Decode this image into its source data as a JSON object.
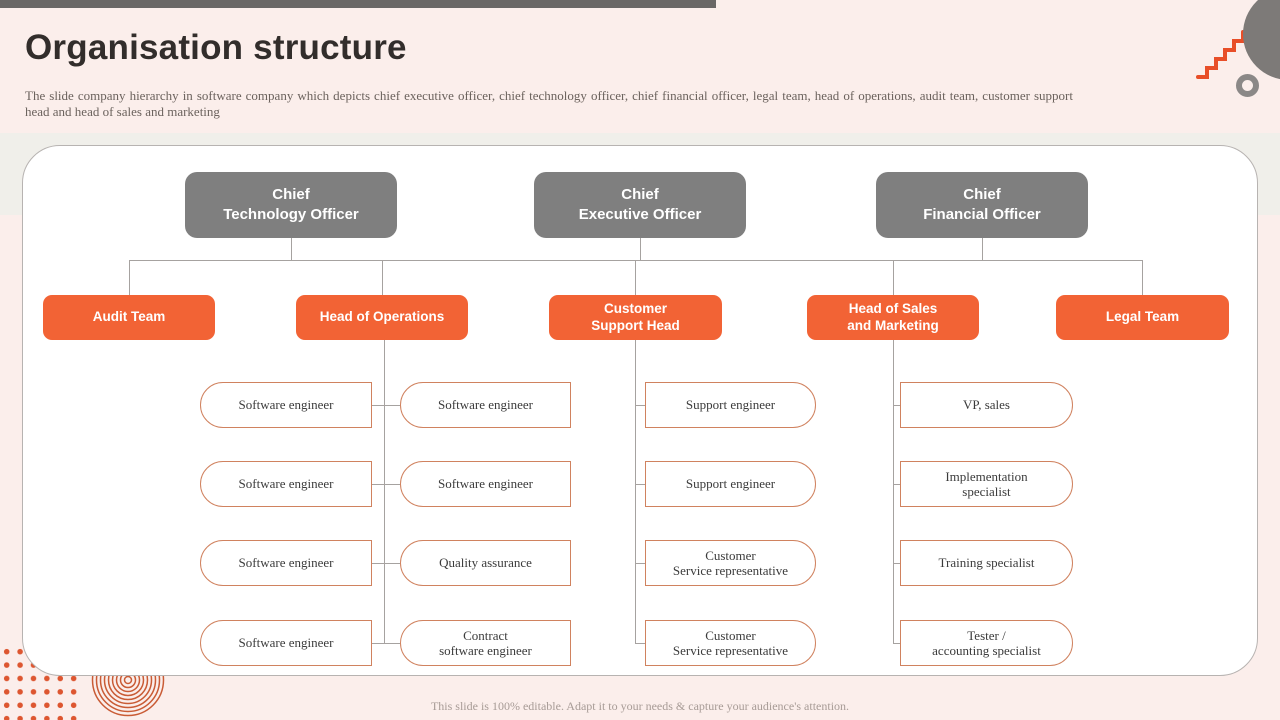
{
  "slide": {
    "title": "Organisation structure",
    "subtitle": "The slide company hierarchy in software company which depicts chief executive officer, chief technology officer, chief financial officer, legal team, head of operations, audit team, customer support head and head of sales and marketing",
    "footer": "This slide is 100% editable. Adapt it to your needs & capture your audience's attention."
  },
  "colors": {
    "accent_orange": "#F26335",
    "zigzag_orange": "#E84E28",
    "executive_box_gray": "#7F7F7F",
    "background_pink": "#FBEEEB",
    "band_gray": "#F0EFEA",
    "team_box_border": "#D0825F",
    "connector_gray": "#A6A2A0"
  },
  "org_chart": {
    "executives": [
      {
        "label": "Chief\nTechnology Officer"
      },
      {
        "label": "Chief\nExecutive Officer"
      },
      {
        "label": "Chief\nFinancial Officer"
      }
    ],
    "departments": [
      {
        "label": "Audit Team"
      },
      {
        "label": "Head of Operations"
      },
      {
        "label": "Customer\nSupport Head"
      },
      {
        "label": "Head of Sales\nand Marketing"
      },
      {
        "label": "Legal Team"
      }
    ],
    "team_columns": [
      {
        "parent": "Head of Operations",
        "items": [
          "Software engineer",
          "Software engineer",
          "Software engineer",
          "Software engineer"
        ]
      },
      {
        "parent": "Head of Operations",
        "items": [
          "Software engineer",
          "Software engineer",
          "Quality assurance",
          "Contract\nsoftware engineer"
        ]
      },
      {
        "parent": "Customer Support Head",
        "items": [
          "Support engineer",
          "Support engineer",
          "Customer\nService representative",
          "Customer\nService representative"
        ]
      },
      {
        "parent": "Head of Sales and Marketing",
        "items": [
          "VP,  sales",
          "Implementation\nspecialist",
          "Training specialist",
          "Tester /\naccounting specialist"
        ]
      }
    ]
  }
}
